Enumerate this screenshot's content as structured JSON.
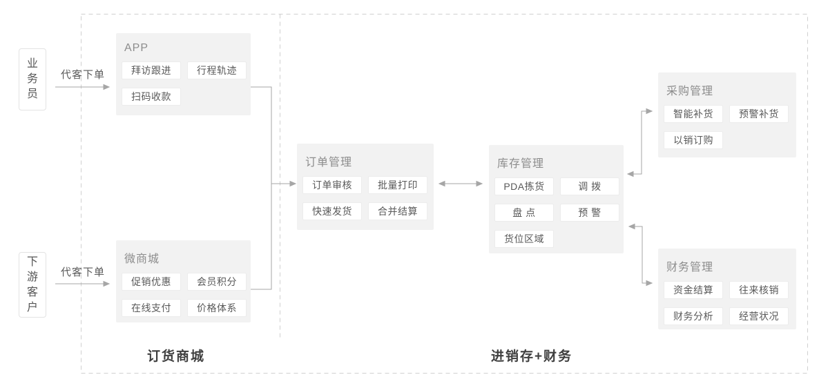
{
  "diagram": {
    "actors": [
      {
        "label": "业务员",
        "arrow_label": "代客下单"
      },
      {
        "label": "下游客户",
        "arrow_label": "代客下单"
      }
    ],
    "panels": [
      {
        "title": "APP",
        "items": [
          "拜访跟进",
          "行程轨迹",
          "扫码收款"
        ]
      },
      {
        "title": "微商城",
        "items": [
          "促销优惠",
          "会员积分",
          "在线支付",
          "价格体系"
        ]
      },
      {
        "title": "订单管理",
        "items": [
          "订单审核",
          "批量打印",
          "快速发货",
          "合并结算"
        ]
      },
      {
        "title": "库存管理",
        "items": [
          "PDA拣货",
          "调 拨",
          "盘 点",
          "预 警",
          "货位区域"
        ]
      },
      {
        "title": "采购管理",
        "items": [
          "智能补货",
          "预警补货",
          "以销订购"
        ]
      },
      {
        "title": "财务管理",
        "items": [
          "资金结算",
          "往来核销",
          "财务分析",
          "经营状况"
        ]
      }
    ],
    "section_labels": [
      {
        "text": "订货商城"
      },
      {
        "text": "进销存+财务"
      }
    ]
  },
  "colors": {
    "panel-bg": "#f2f2f2",
    "chip-bg": "#ffffff",
    "chip-border": "#ececec",
    "chip-text": "#595959",
    "panel-title": "#8c8c8c",
    "line": "#a6a6a6",
    "dash": "#cfcfcf",
    "section-label": "#3f3f3f",
    "actor-border": "#e3e3e3",
    "actor-text": "#555555"
  }
}
